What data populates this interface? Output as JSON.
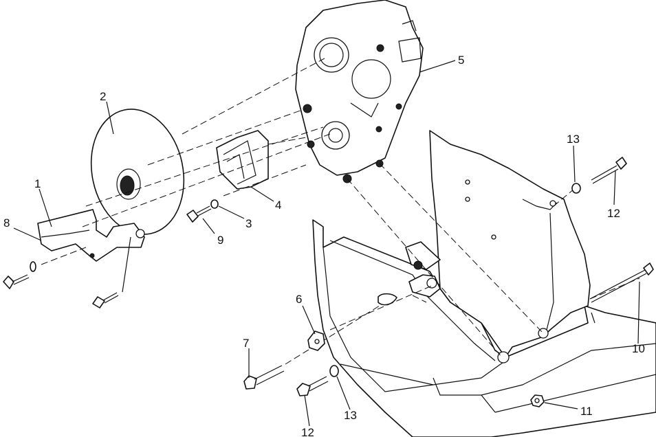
{
  "figure": {
    "callouts": [
      {
        "id": "c1",
        "text": "1"
      },
      {
        "id": "c2",
        "text": "2"
      },
      {
        "id": "c3",
        "text": "3"
      },
      {
        "id": "c4",
        "text": "4"
      },
      {
        "id": "c5",
        "text": "5"
      },
      {
        "id": "c6",
        "text": "6"
      },
      {
        "id": "c7",
        "text": "7"
      },
      {
        "id": "c8",
        "text": "8"
      },
      {
        "id": "c9",
        "text": "9"
      },
      {
        "id": "c10",
        "text": "10"
      },
      {
        "id": "c11",
        "text": "11"
      },
      {
        "id": "c12a",
        "text": "12"
      },
      {
        "id": "c12b",
        "text": "12"
      },
      {
        "id": "c13a",
        "text": "13"
      },
      {
        "id": "c13b",
        "text": "13"
      }
    ]
  }
}
